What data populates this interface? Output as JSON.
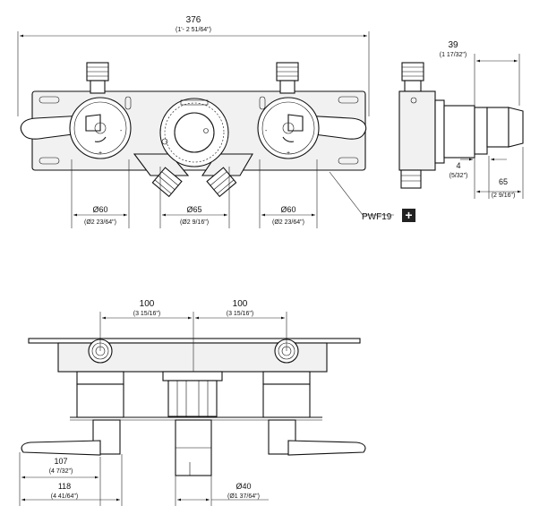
{
  "dimensions": {
    "overall_width": {
      "value": "376",
      "imperial": "(1'- 2 51/64\")"
    },
    "side_depth": {
      "value": "39",
      "imperial": "(1 17/32\")"
    },
    "side_small": {
      "value": "4",
      "imperial": "(5/32\")"
    },
    "side_total": {
      "value": "65",
      "imperial": "(2 9/16\")"
    },
    "left_diameter": {
      "value": "Ø60",
      "imperial": "(Ø2 23/64\")"
    },
    "center_diameter": {
      "value": "Ø65",
      "imperial": "(Ø2 9/16\")"
    },
    "right_diameter": {
      "value": "Ø60",
      "imperial": "(Ø2 23/64\")"
    },
    "spacing_left": {
      "value": "100",
      "imperial": "(3 15/16\")"
    },
    "spacing_right": {
      "value": "100",
      "imperial": "(3 15/16\")"
    },
    "lever_depth": {
      "value": "107",
      "imperial": "(4 7/32\")"
    },
    "total_depth": {
      "value": "118",
      "imperial": "(4 41/64\")"
    },
    "spout_diameter": {
      "value": "Ø40",
      "imperial": "(Ø1 37/64\")"
    }
  },
  "callout": {
    "label": "PWF19",
    "symbol": "+"
  },
  "front_view": {
    "knob_marks": [
      "-",
      "+"
    ]
  }
}
